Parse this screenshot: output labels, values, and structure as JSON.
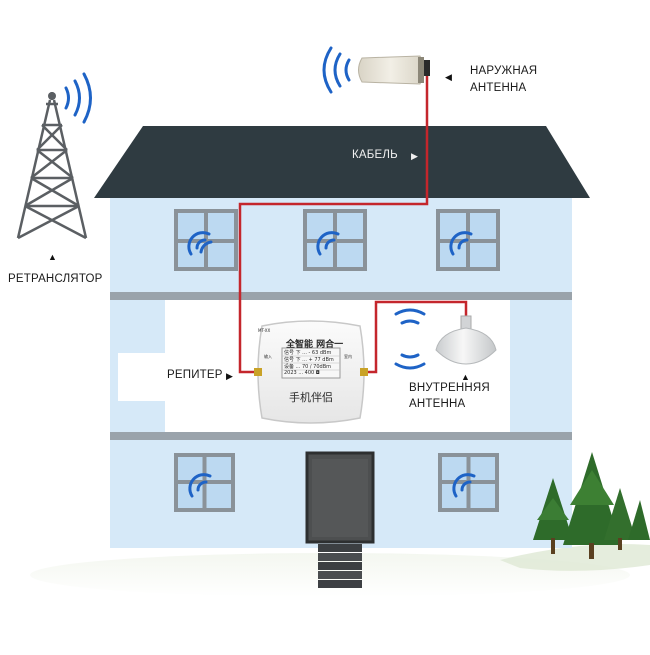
{
  "labels": {
    "outdoor_antenna_line1": "НАРУЖНАЯ",
    "outdoor_antenna_line2": "АНТЕННА",
    "cable": "КАБЕЛЬ",
    "relay_tower": "РЕТРАНСЛЯТОР",
    "repeater": "РЕПИТЕР",
    "indoor_antenna_line1": "ВНУТРЕННЯЯ",
    "indoor_antenna_line2": "АНТЕННА"
  },
  "device": {
    "top_text": "全智能  网合一",
    "screen_rows": [
      "信号 下 ... -  63 dBm",
      "信号 下 ... +  77 dBm",
      "设备 ...  70 / 70dBm",
      "2023  ...  400  ◘"
    ],
    "brand": "手机伴侣",
    "port_left": "输入",
    "port_right": "室内",
    "corner_label": "MT-XX"
  },
  "colors": {
    "roof": "#2f3b41",
    "wall": "#d6e9f8",
    "band": "#9aa3ab",
    "cable": "#c4262c",
    "signal": "#1e63c6",
    "window_frame": "#8a9299",
    "glass": "#bcd9f1",
    "tree": "#2e6b2a"
  }
}
